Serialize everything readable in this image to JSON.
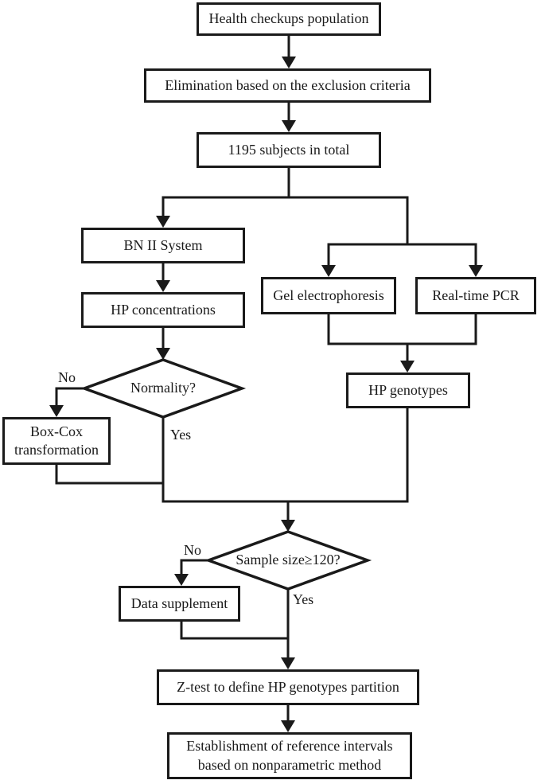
{
  "diagram": {
    "background_color": "#ffffff",
    "line_color": "#1a1a1a",
    "nodes": {
      "health_checkups": "Health checkups population",
      "elimination": "Elimination based on the exclusion criteria",
      "subjects_total": "1195 subjects in total",
      "bn_ii_system": "BN II System",
      "hp_concentrations": "HP concentrations",
      "gel_electrophoresis": "Gel electrophoresis",
      "real_time_pcr": "Real-time PCR",
      "hp_genotypes": "HP genotypes",
      "normality_decision": "Normality?",
      "box_cox": "Box-Cox transformation",
      "sample_size_decision": "Sample size≥120?",
      "data_supplement": "Data supplement",
      "z_test": "Z-test to define HP genotypes partition",
      "reference_intervals": "Establishment of reference intervals based on nonparametric method"
    },
    "edge_labels": {
      "normality_no": "No",
      "normality_yes": "Yes",
      "sample_size_no": "No",
      "sample_size_yes": "Yes"
    }
  }
}
